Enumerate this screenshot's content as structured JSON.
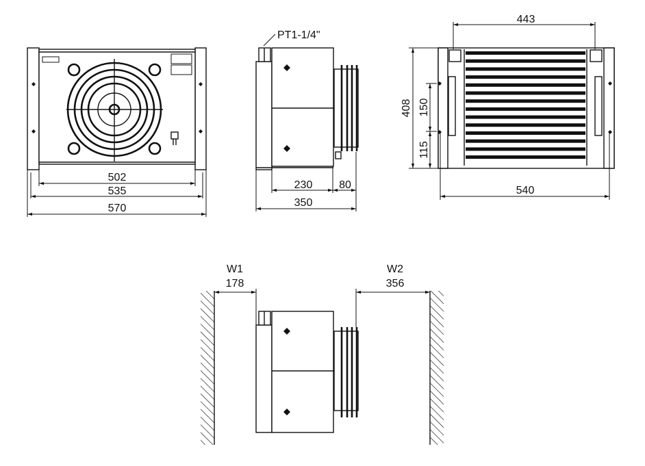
{
  "front_view": {
    "dims": {
      "d502": "502",
      "d535": "535",
      "d570": "570"
    },
    "label_plate": "logo"
  },
  "side_view": {
    "port_label": "PT1-1/4\"",
    "dims": {
      "d230": "230",
      "d80": "80",
      "d350": "350"
    }
  },
  "top_view": {
    "dims": {
      "d443": "443",
      "d408": "408",
      "d150": "150",
      "d115": "115",
      "d540": "540"
    },
    "slat_count": 14
  },
  "clearance_view": {
    "w1_label": "W1",
    "w1_value": "178",
    "w2_label": "W2",
    "w2_value": "356"
  }
}
